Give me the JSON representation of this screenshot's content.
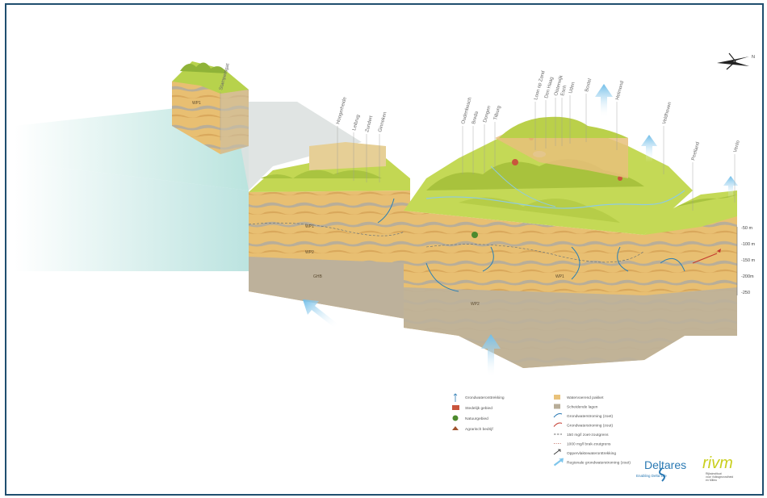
{
  "colors": {
    "sea": "#bfe6e0",
    "sand": "#e9c27a",
    "clay": "#b8ad98",
    "land": "#c6d957",
    "arrow": "#7fc6ec",
    "frame": "#1f4e6f"
  },
  "north_arrow": {
    "label": "N"
  },
  "place_labels": [
    "Stampersgat",
    "Hoogerheide",
    "Leibrug",
    "Zundert",
    "Ginneken",
    "Oudenbosch",
    "Breda",
    "Dongen",
    "Tilburg",
    "Loon op Zand",
    "Den Haag",
    "Oisterwijk",
    "Esch",
    "Uden",
    "Boxtel",
    "Helmond",
    "Veldhoven",
    "Peelland",
    "Venlo"
  ],
  "layer_labels": {
    "wp1": "WP1",
    "wp2": "WP2",
    "ghb": "GHB",
    "wp1b": "WP1",
    "wp2b": "WP2"
  },
  "depth_ticks": [
    "-50 m",
    "-100 m",
    "-150 m",
    "-200m",
    "-250"
  ],
  "legend": {
    "left": [
      {
        "icon": "well-icon",
        "label": "Grondwateronttrekking"
      },
      {
        "icon": "city-icon",
        "label": "Stedelijk gebied"
      },
      {
        "icon": "nature-icon",
        "label": "Natuurgebied"
      },
      {
        "icon": "farm-icon",
        "label": "Agrarisch bedrijf"
      }
    ],
    "right": [
      {
        "icon": "sand-swatch",
        "label": "Watervoerend pakket"
      },
      {
        "icon": "clay-swatch",
        "label": "Scheidende lagen"
      },
      {
        "icon": "blue-flow-icon",
        "label": "Grondwaterstroming (zoet)"
      },
      {
        "icon": "red-flow-icon",
        "label": "Grondwaterstroming (zout)"
      },
      {
        "icon": "dashed-line-icon",
        "label": "150 mg/l zoet-zoutgrens"
      },
      {
        "icon": "dotted-line-icon",
        "label": "1000 mg/l brak-zoutgrens"
      },
      {
        "icon": "surface-arrow-icon",
        "label": "Oppervlaktewateronttrekking"
      },
      {
        "icon": "regional-arrow-icon",
        "label": "Regionale grondwaterstroming (zoet)"
      }
    ]
  },
  "logos": {
    "deltares": "Deltares",
    "deltares_tagline": "Enabling Delta Life",
    "rivm": "rivm",
    "rivm_line1": "Rijksinstituut",
    "rivm_line2": "voor Volksgezondheid",
    "rivm_line3": "en Milieu"
  }
}
